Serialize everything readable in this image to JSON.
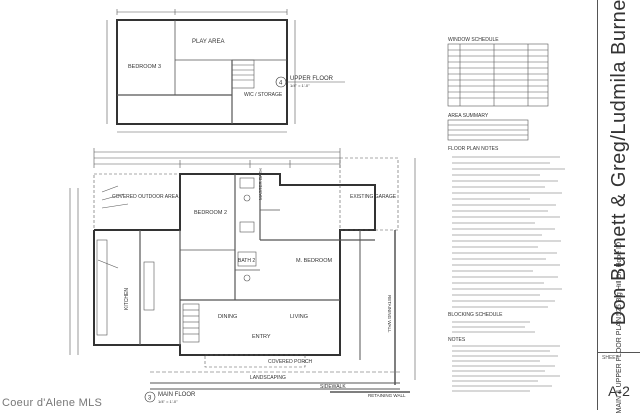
{
  "upper_floor": {
    "rooms": {
      "bedroom3": "BEDROOM 3",
      "play_area": "PLAY AREA",
      "wic_storage": "WIC / STORAGE"
    },
    "title": "UPPER FLOOR",
    "scale": "1/4\" = 1'-0\"",
    "number": "4"
  },
  "main_floor": {
    "rooms": {
      "covered_outdoor": "COVERED OUTDOOR AREA",
      "bedroom2": "BEDROOM 2",
      "master_bath": "MASTER BATH",
      "bath2": "BATH 2",
      "m_bedroom": "M. BEDROOM",
      "kitchen": "KITCHEN",
      "dining": "DINING",
      "living": "LIVING",
      "entry": "ENTRY",
      "covered_porch": "COVERED PORCH",
      "existing_garage": "EXISTING GARAGE",
      "landscaping": "LANDSCAPING",
      "sidewalk": "SIDEWALK",
      "retaining_wall_bottom": "RETAINING WALL",
      "retaining_wall_side": "RETAINING WALL"
    },
    "title": "MAIN FLOOR",
    "scale": "1/4\" = 1'-0\"",
    "number": "3"
  },
  "notes": {
    "window_schedule_title": "WINDOW SCHEDULE",
    "area_summary_title": "AREA SUMMARY",
    "floor_plan_notes_title": "FLOOR PLAN NOTES",
    "blocking_schedule_title": "BLOCKING SCHEDULE",
    "notes_title": "NOTES"
  },
  "title_block": {
    "owner": "Don Burnett & Greg/Ludmila Burnett",
    "address_line1": "525 Big Hill Dr. Hope ID",
    "address_line2": "MAIN & UPPER FLOOR PLAN",
    "sheet_label": "SHEET",
    "sheet_number": "A-2"
  },
  "watermark": "Coeur d'Alene MLS"
}
